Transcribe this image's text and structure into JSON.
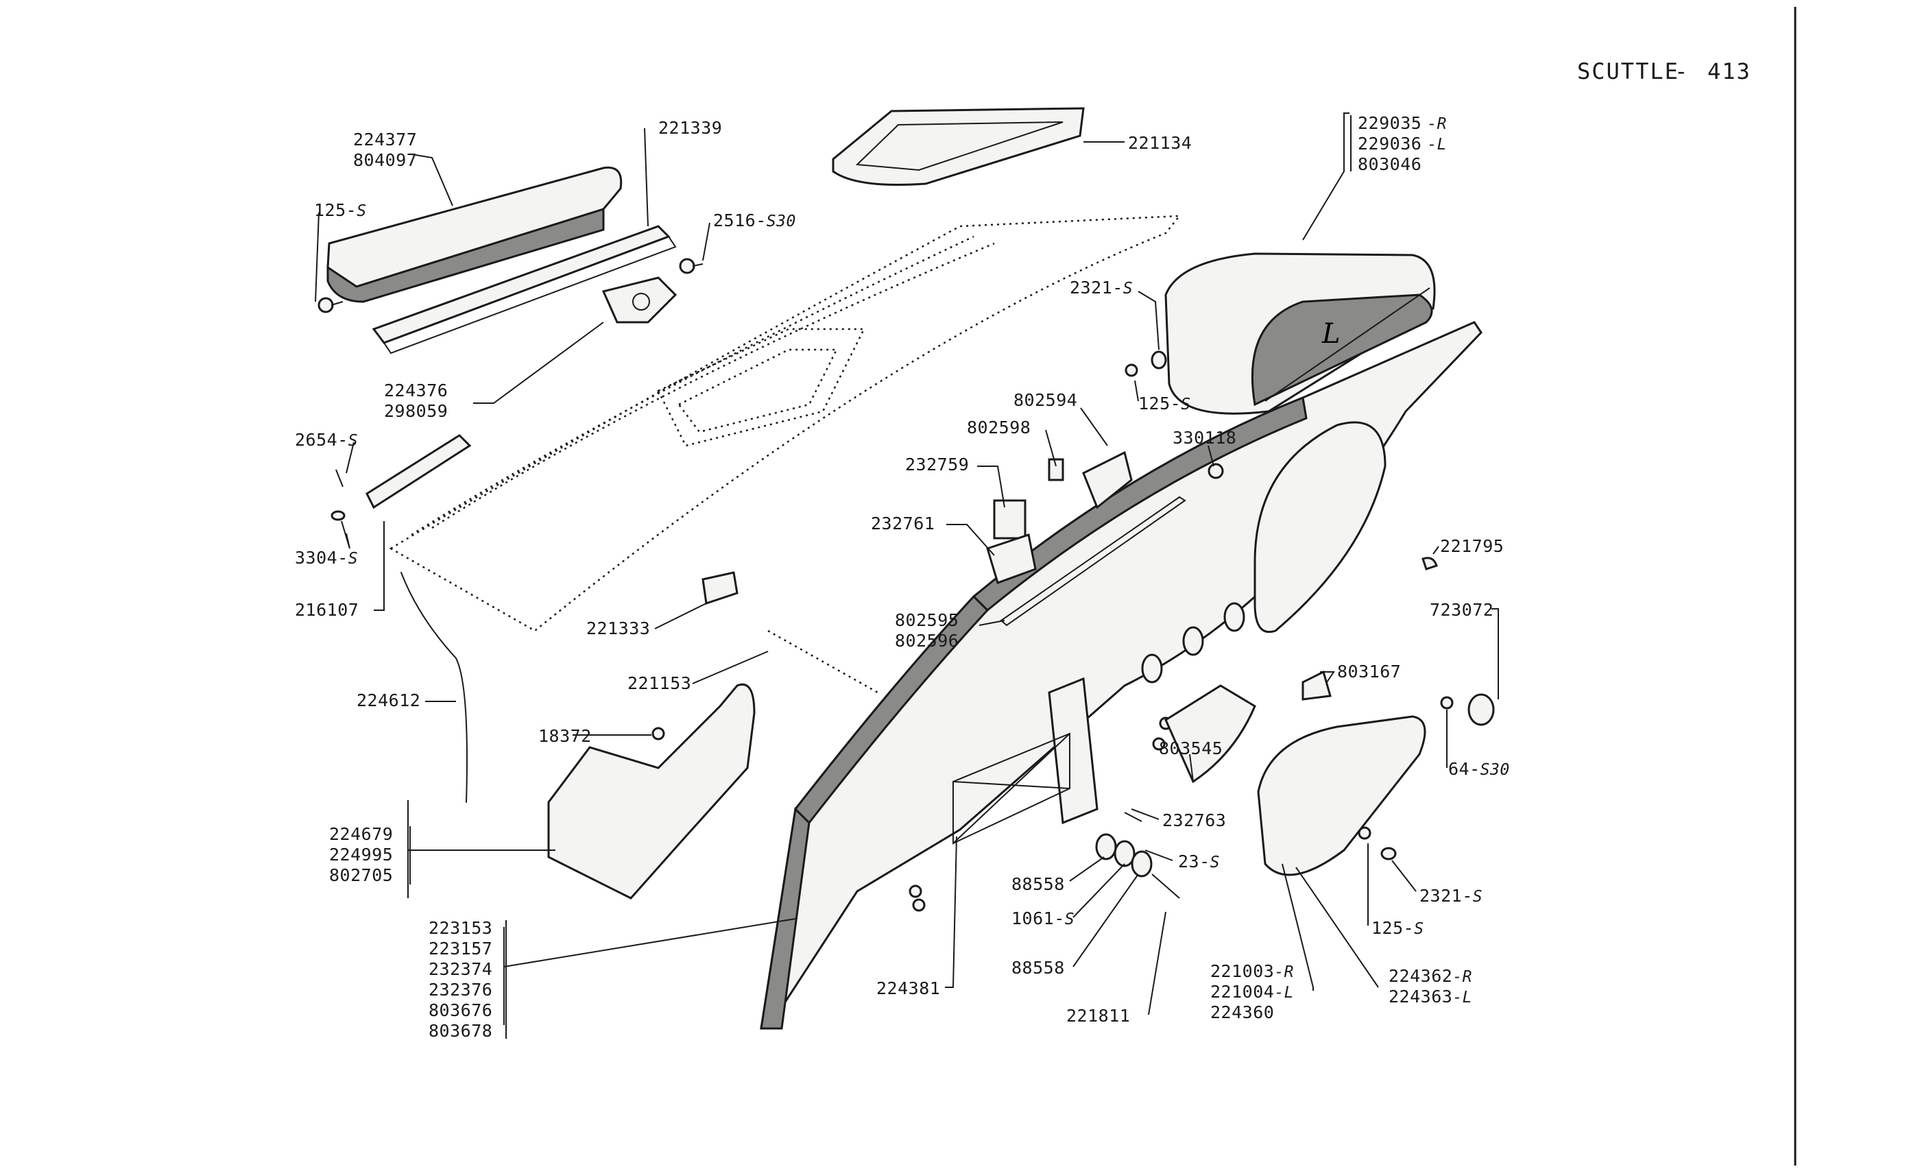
{
  "header": {
    "title": "SCUTTLE",
    "separator": "-",
    "page": "413"
  },
  "parts": {
    "p224377": "224377",
    "p804097": "804097",
    "p221339": "221339",
    "p125s_a": "125-",
    "s_a": "S",
    "p2516": "2516-",
    "s2516": "S30",
    "p221134": "221134",
    "p229035": "229035",
    "s229035": "-R",
    "p229036": "229036",
    "s229036": "-L",
    "p803046": "803046",
    "p2321_a": "2321-",
    "s2321_a": "S",
    "p125s_b": "125-",
    "s_b": "S",
    "p224376": "224376",
    "p298059": "298059",
    "p2654": "2654-",
    "s2654": "S",
    "p3304": "3304-",
    "s3304": "S",
    "p216107": "216107",
    "p802594": "802594",
    "p802598": "802598",
    "p232759": "232759",
    "p232761": "232761",
    "p330118": "330118",
    "p221795": "221795",
    "p802595": "802595",
    "p802596": "802596",
    "p221333": "221333",
    "p221153": "221153",
    "p723072": "723072",
    "p803167": "803167",
    "p224612": "224612",
    "p18372": "18372",
    "p64s30": "64-",
    "s64s30": "S30",
    "p803545": "803545",
    "p232763": "232763",
    "p23s": "23-",
    "s23s": "S",
    "p224679": "224679",
    "p224995": "224995",
    "p802705": "802705",
    "p88558_a": "88558",
    "p1061": "1061-",
    "s1061": "S",
    "p2321_b": "2321-",
    "s2321_b": "S",
    "p125s_c": "125-",
    "s_c": "S",
    "p223153": "223153",
    "p223157": "223157",
    "p232374": "232374",
    "p232376": "232376",
    "p803676": "803676",
    "p803678": "803678",
    "p224381": "224381",
    "p88558_b": "88558",
    "p221003": "221003",
    "s221003": "-R",
    "p221004": "221004",
    "s221004": "-L",
    "p224360": "224360",
    "p224362": "224362",
    "s224362": "-R",
    "p224363": "224363",
    "s224363": "-L",
    "p221811": "221811",
    "dimL": "L"
  }
}
